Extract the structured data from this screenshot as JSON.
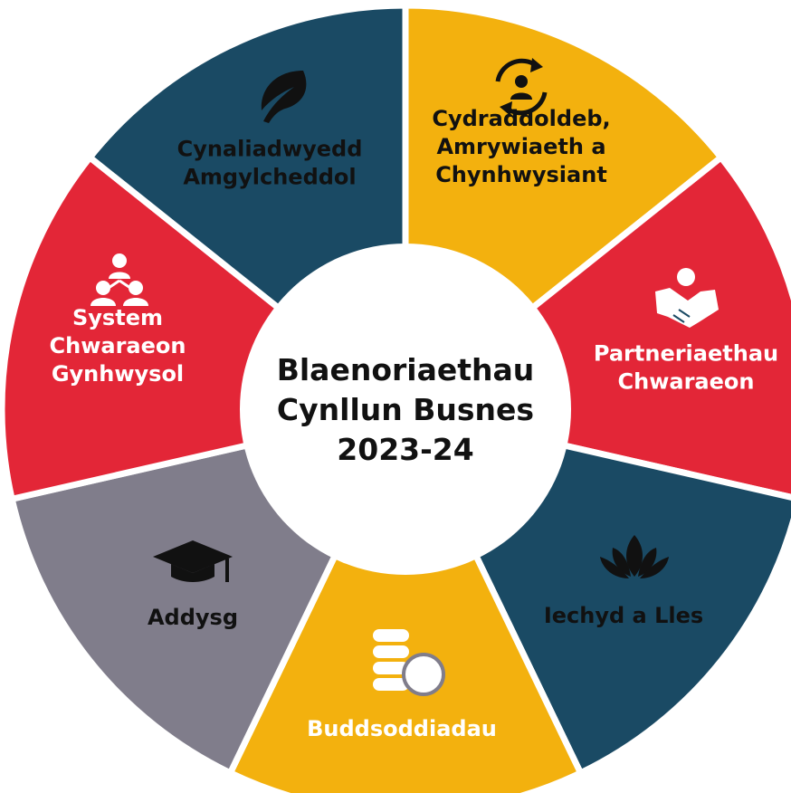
{
  "center": {
    "lines": [
      "Blaenoriaethau",
      "Cynllun Busnes",
      "2023-24"
    ]
  },
  "segments": [
    {
      "id": "cynaliadwyedd",
      "icon": "leaf-icon",
      "color": "#F3B10E",
      "text_color": "#111111",
      "lines": [
        "Cynaliadwyedd",
        "Amgylcheddol"
      ]
    },
    {
      "id": "cydraddoldeb",
      "icon": "person-cycle-icon",
      "color": "#E32637",
      "text_color": "#111111",
      "lines": [
        "Cydraddoldeb,",
        "Amrywiaeth a",
        "Chynhwysiant"
      ]
    },
    {
      "id": "partneriaethau",
      "icon": "handshake-icon",
      "color": "#1A4A64",
      "text_color": "#ffffff",
      "lines": [
        "Partneriaethau",
        "Chwaraeon"
      ]
    },
    {
      "id": "iechyd",
      "icon": "lotus-icon",
      "color": "#F3B10E",
      "text_color": "#111111",
      "lines": [
        "Iechyd a Lles"
      ]
    },
    {
      "id": "buddsoddiadau",
      "icon": "coins-icon",
      "color": "#807D8B",
      "text_color": "#ffffff",
      "lines": [
        "Buddsoddiadau"
      ]
    },
    {
      "id": "addysg",
      "icon": "graduation-cap-icon",
      "color": "#E32637",
      "text_color": "#111111",
      "lines": [
        "Addysg"
      ]
    },
    {
      "id": "system",
      "icon": "group-people-icon",
      "color": "#1A4A64",
      "text_color": "#ffffff",
      "lines": [
        "System",
        "Chwaraeon",
        "Gynhwysol"
      ]
    }
  ]
}
